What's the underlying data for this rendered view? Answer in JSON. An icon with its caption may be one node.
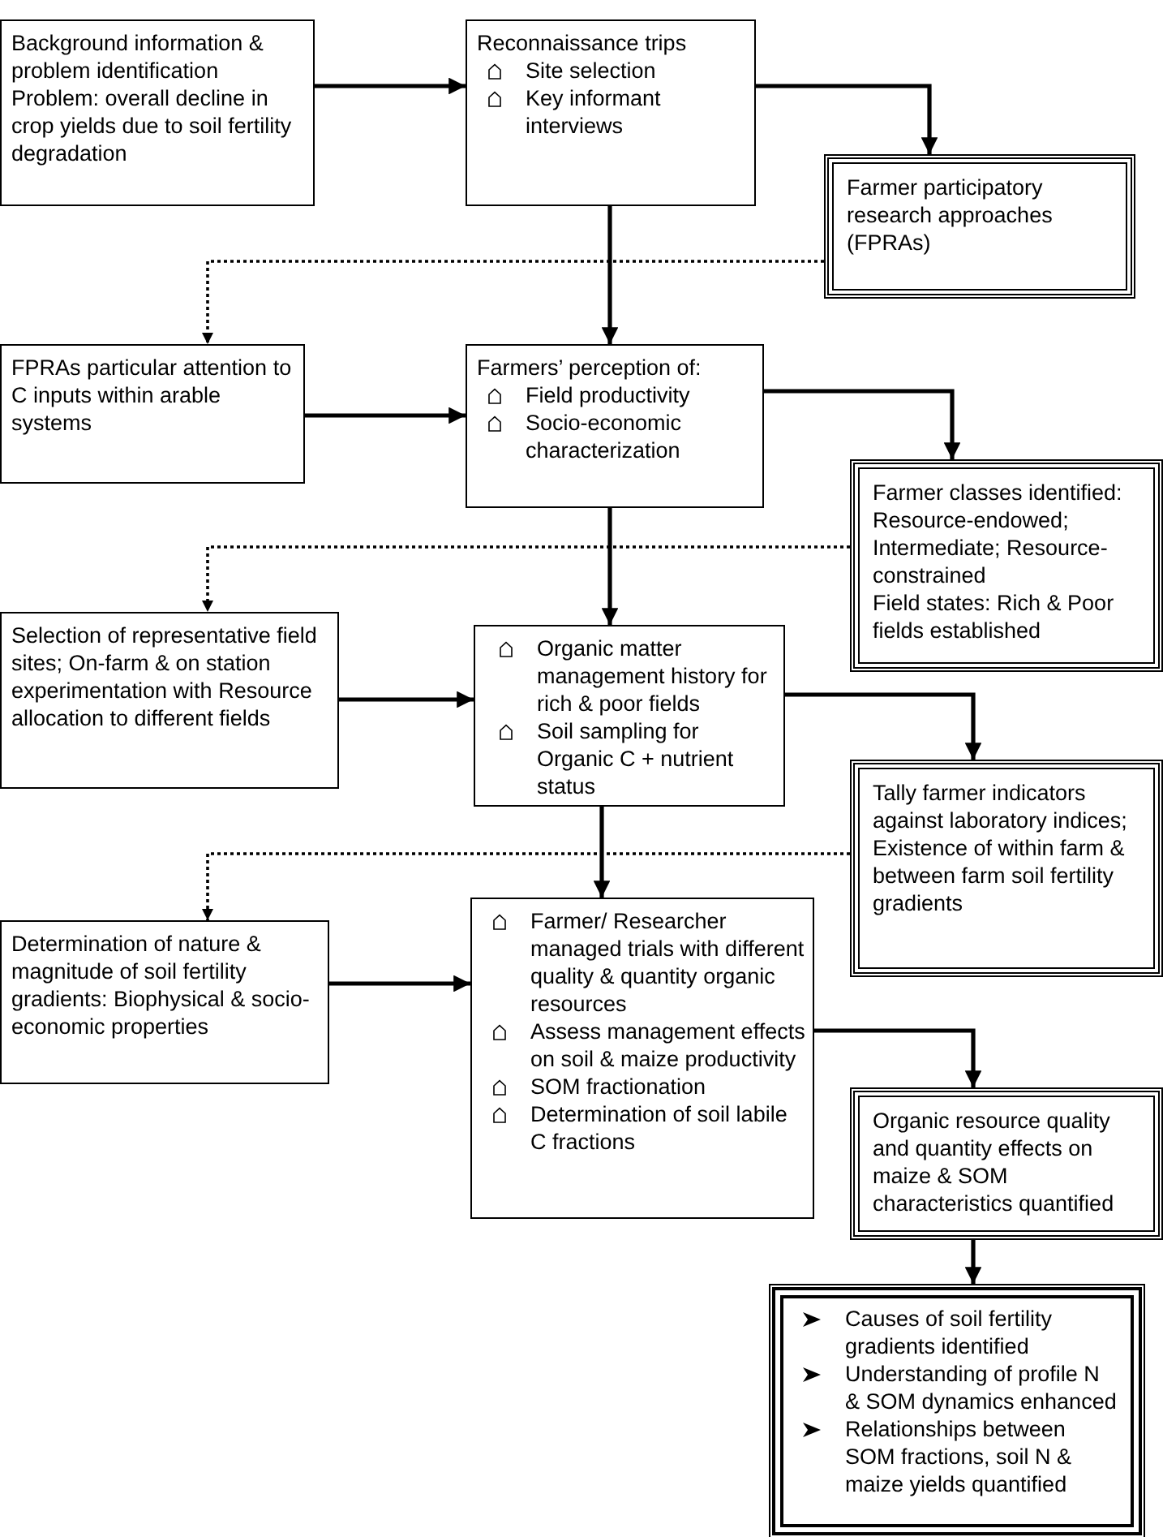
{
  "diagram": {
    "nodes": [
      {
        "text": [
          "Background information & problem identification",
          "Problem: overall decline in crop yields due to soil fertility degradation"
        ]
      },
      {
        "text": [
          "Reconnaissance trips",
          "Site selection",
          "Key informant interviews"
        ]
      },
      {
        "text": [
          "Farmer participatory research approaches (FPRAs)"
        ]
      },
      {
        "text": [
          "FPRAs particular attention to C inputs within arable systems"
        ]
      },
      {
        "text": [
          "Farmers’ perception of:",
          "Field productivity",
          "Socio-economic characterization"
        ]
      },
      {
        "text": [
          "Farmer classes identified: Resource-endowed; Intermediate; Resource- constrained",
          "Field states: Rich & Poor fields established"
        ]
      },
      {
        "text": [
          "Selection of representative field sites; On-farm & on station experimentation with Resource allocation to different fields"
        ]
      },
      {
        "text": [
          "Organic matter management history for rich & poor fields",
          "Soil sampling for Organic C + nutrient status"
        ]
      },
      {
        "text": [
          "Tally farmer indicators against laboratory indices; Existence of within farm & between farm soil fertility gradients"
        ]
      },
      {
        "text": [
          "Determination of nature & magnitude of soil fertility gradients: Biophysical & socio-economic properties"
        ]
      },
      {
        "text": [
          "Farmer/ Researcher managed trials with different quality & quantity organic resources",
          "Assess management effects on soil & maize productivity",
          "SOM fractionation",
          "Determination of soil labile C fractions"
        ]
      },
      {
        "text": [
          "Organic resource quality and quantity effects on maize & SOM characteristics quantified"
        ]
      },
      {
        "text": [
          "Causes of soil fertility gradients identified",
          "Understanding of profile N & SOM dynamics enhanced",
          "Relationships between SOM fractions, soil N & maize yields quantified"
        ]
      }
    ],
    "edges": [
      {
        "from": 0,
        "to": 1,
        "arrow": "to"
      },
      {
        "from": 1,
        "to": 2,
        "arrow": "to"
      },
      {
        "from": 2,
        "to": 3,
        "arrow": "to",
        "style": "dashed"
      },
      {
        "from": 1,
        "to": 4,
        "arrow": "to"
      },
      {
        "from": 3,
        "to": 4,
        "arrow": "to"
      },
      {
        "from": 4,
        "to": 5,
        "arrow": "to"
      },
      {
        "from": 5,
        "to": 6,
        "arrow": "to",
        "style": "dashed"
      },
      {
        "from": 4,
        "to": 7,
        "arrow": "to"
      },
      {
        "from": 6,
        "to": 7,
        "arrow": "to"
      },
      {
        "from": 7,
        "to": 8,
        "arrow": "to"
      },
      {
        "from": 8,
        "to": 9,
        "arrow": "to",
        "style": "dashed"
      },
      {
        "from": 7,
        "to": 10,
        "arrow": "to"
      },
      {
        "from": 9,
        "to": 10,
        "arrow": "to"
      },
      {
        "from": 10,
        "to": 11,
        "arrow": "to"
      },
      {
        "from": 11,
        "to": 12,
        "arrow": "to"
      }
    ]
  }
}
